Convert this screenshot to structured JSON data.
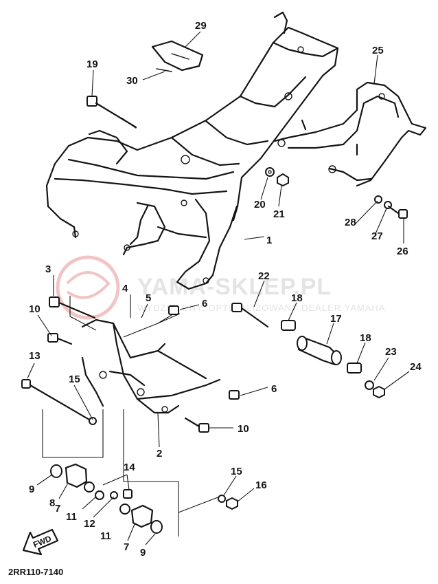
{
  "watermark": {
    "brand": "YAMA-SKLEP.PL",
    "tagline": "WYDZIELONY, OPTIMALIZOWANY DEALER YAMAHA",
    "color": "#e6a0a0"
  },
  "drawing_code": "2RR110-7140",
  "forward_arrow": "FWD",
  "callouts": {
    "c1": "1",
    "c2": "2",
    "c3": "3",
    "c4": "4",
    "c5": "5",
    "c6a": "6",
    "c6b": "6",
    "c7a": "7",
    "c7b": "7",
    "c8": "8",
    "c9a": "9",
    "c9b": "9",
    "c10a": "10",
    "c10b": "10",
    "c11a": "11",
    "c11b": "11",
    "c12": "12",
    "c13": "13",
    "c14": "14",
    "c15a": "15",
    "c15b": "15",
    "c16": "16",
    "c17": "17",
    "c18a": "18",
    "c18b": "18",
    "c19": "19",
    "c20": "20",
    "c21": "21",
    "c22": "22",
    "c23": "23",
    "c24": "24",
    "c25": "25",
    "c26": "26",
    "c27": "27",
    "c28": "28",
    "c29": "29",
    "c30": "30"
  }
}
